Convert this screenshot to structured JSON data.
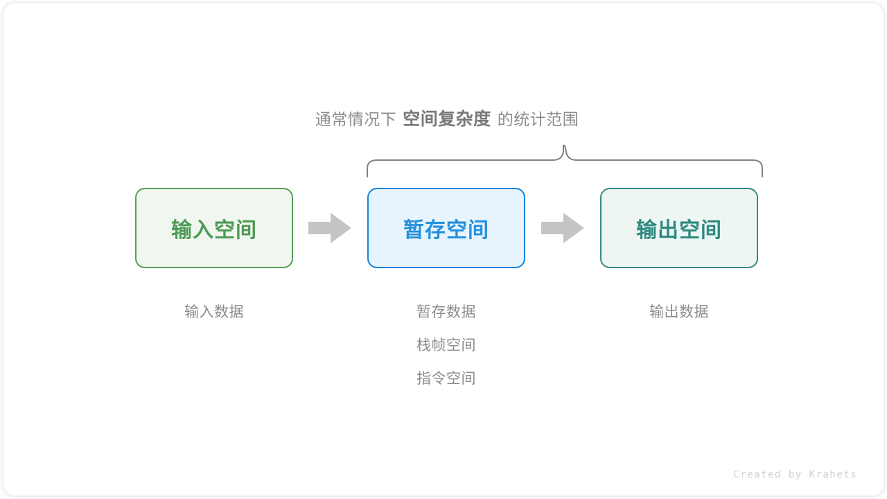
{
  "diagram": {
    "caption": {
      "prefix": "通常情况下",
      "emphasis": "空间复杂度",
      "suffix": "的统计范围"
    },
    "brace": {
      "name": "curly-brace",
      "covers": [
        "暂存空间",
        "输出空间"
      ]
    },
    "stages": [
      {
        "id": "input",
        "title": "输入空间",
        "accent": "#5a9c56",
        "fill": "#f0f7f0",
        "text_color": "#4e9a54",
        "items": [
          "输入数据"
        ]
      },
      {
        "id": "temporary",
        "title": "暂存空间",
        "accent": "#1184dd",
        "fill": "#e8f4fd",
        "text_color": "#2490da",
        "items": [
          "暂存数据",
          "栈帧空间",
          "指令空间"
        ]
      },
      {
        "id": "output",
        "title": "输出空间",
        "accent": "#358a82",
        "fill": "#eef6f4",
        "text_color": "#2e8a80",
        "items": [
          "输出数据"
        ]
      }
    ],
    "arrows": [
      {
        "id": "arrow-input-to-temporary",
        "color": "#c4c4c4"
      },
      {
        "id": "arrow-temporary-to-output",
        "color": "#c4c4c4"
      }
    ],
    "credit": "Created by Krahets"
  }
}
